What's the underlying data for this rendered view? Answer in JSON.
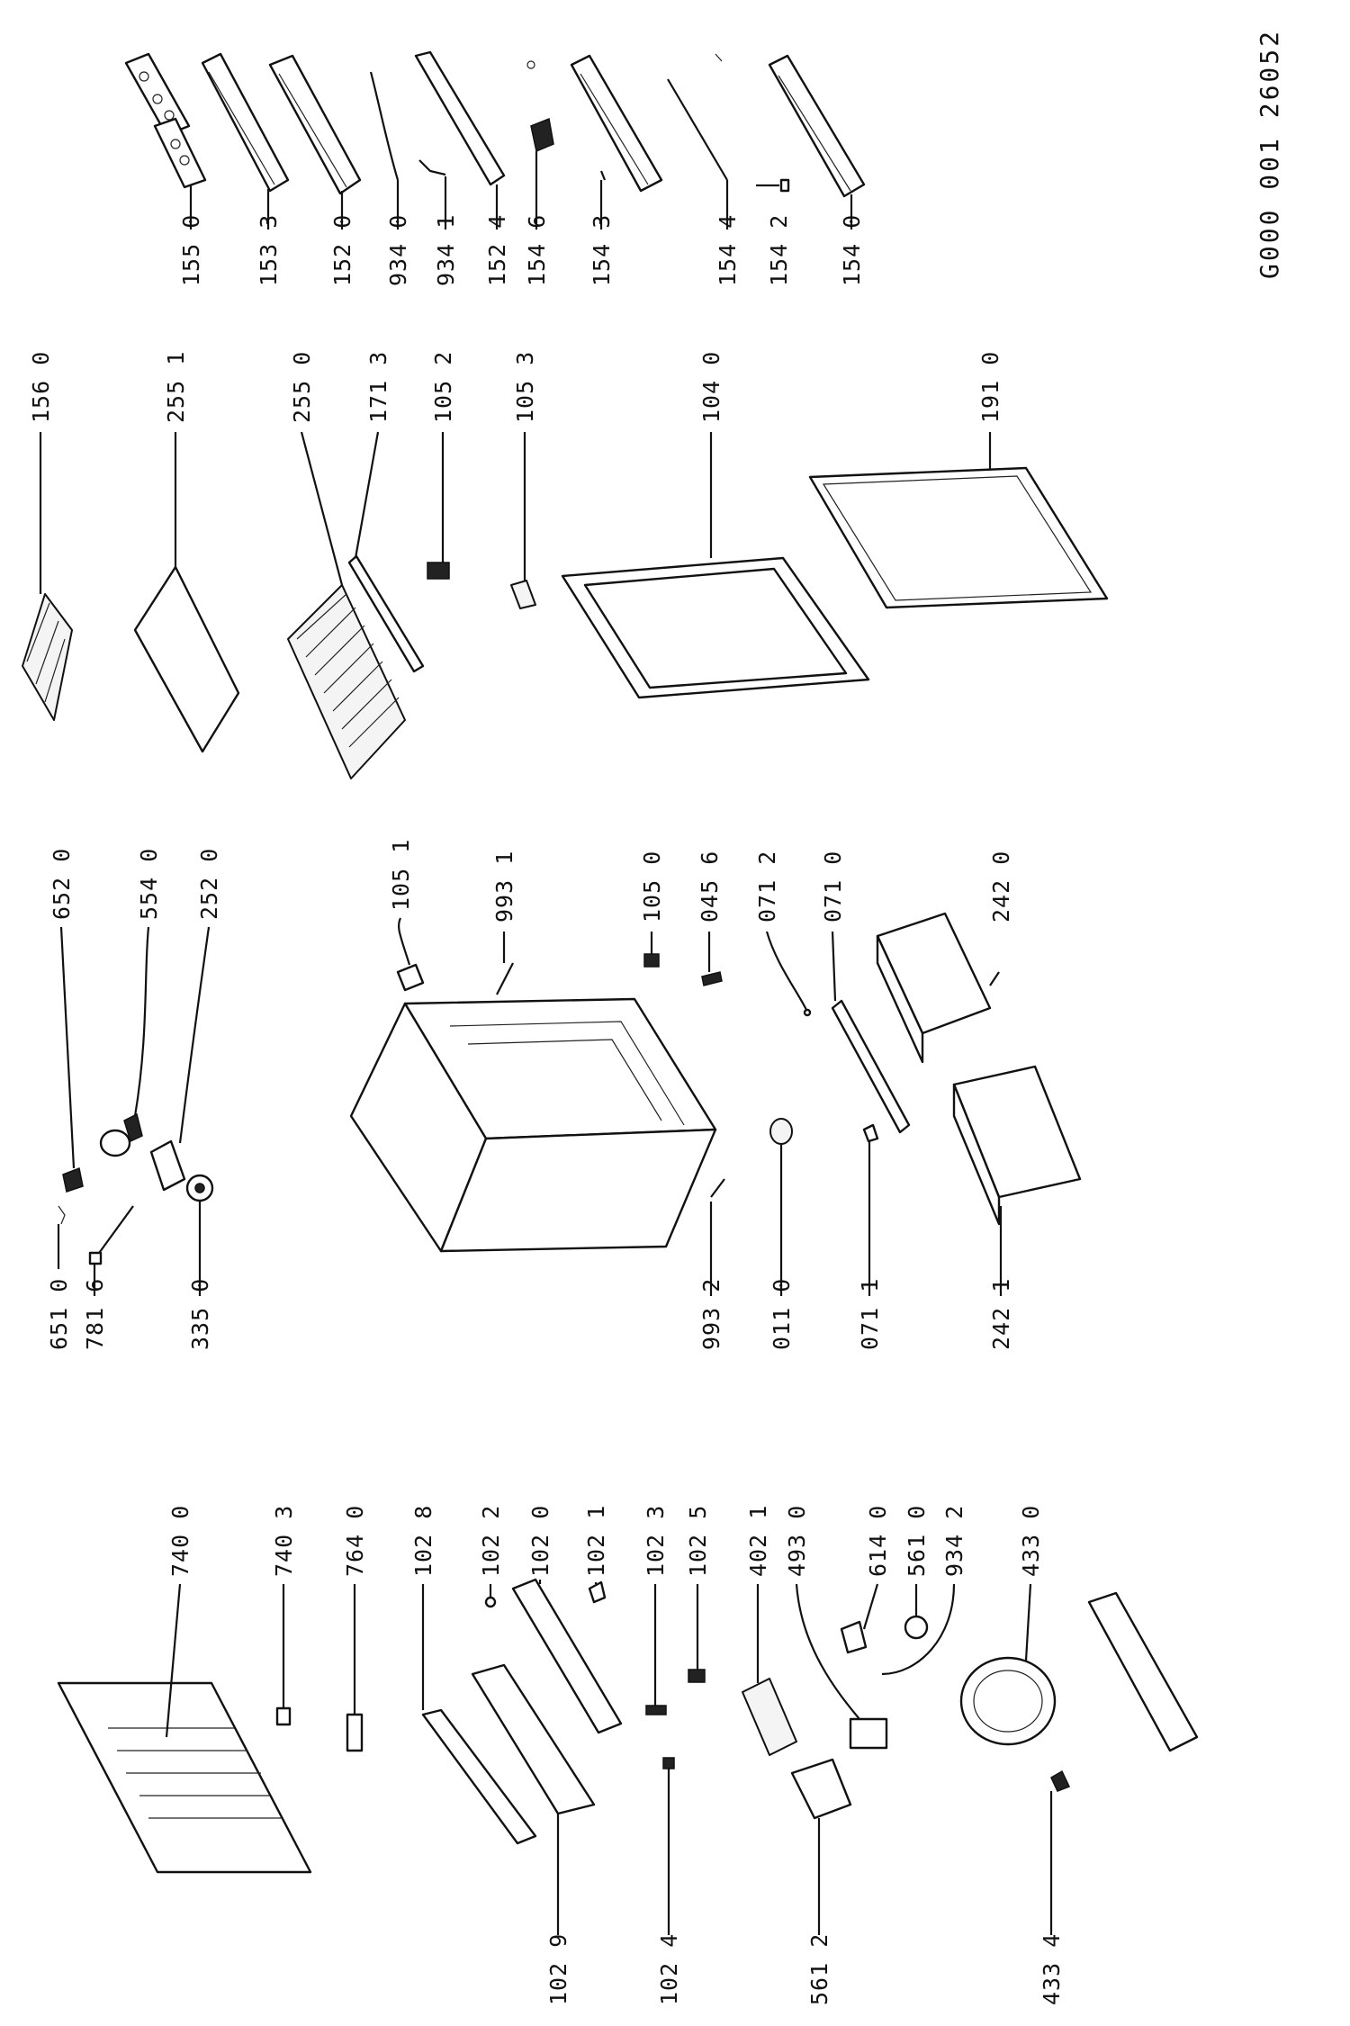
{
  "drawing_code": "G000 001 26052",
  "labels": [
    "156 0",
    "255 1",
    "255 0",
    "171 3",
    "105 2",
    "105 3",
    "104 0",
    "191 0",
    "155 0",
    "153 3",
    "152 0",
    "934 0",
    "934 1",
    "152 4",
    "154 6",
    "154 3",
    "154 4",
    "154 2",
    "154 0",
    "651 0",
    "781 6",
    "335 0",
    "652 0",
    "554 0",
    "252 0",
    "105 1",
    "993 1",
    "105 0",
    "045 6",
    "071 2",
    "071 0",
    "242 0",
    "993 2",
    "011 0",
    "071 1",
    "242 1",
    "740 0",
    "740 3",
    "764 0",
    "102 8",
    "102 2",
    "102 0",
    "102 1",
    "102 3",
    "102 5",
    "402 1",
    "493 0",
    "614 0",
    "561 0",
    "934 2",
    "433 0",
    "102 9",
    "102 4",
    "561 2",
    "433 4"
  ]
}
